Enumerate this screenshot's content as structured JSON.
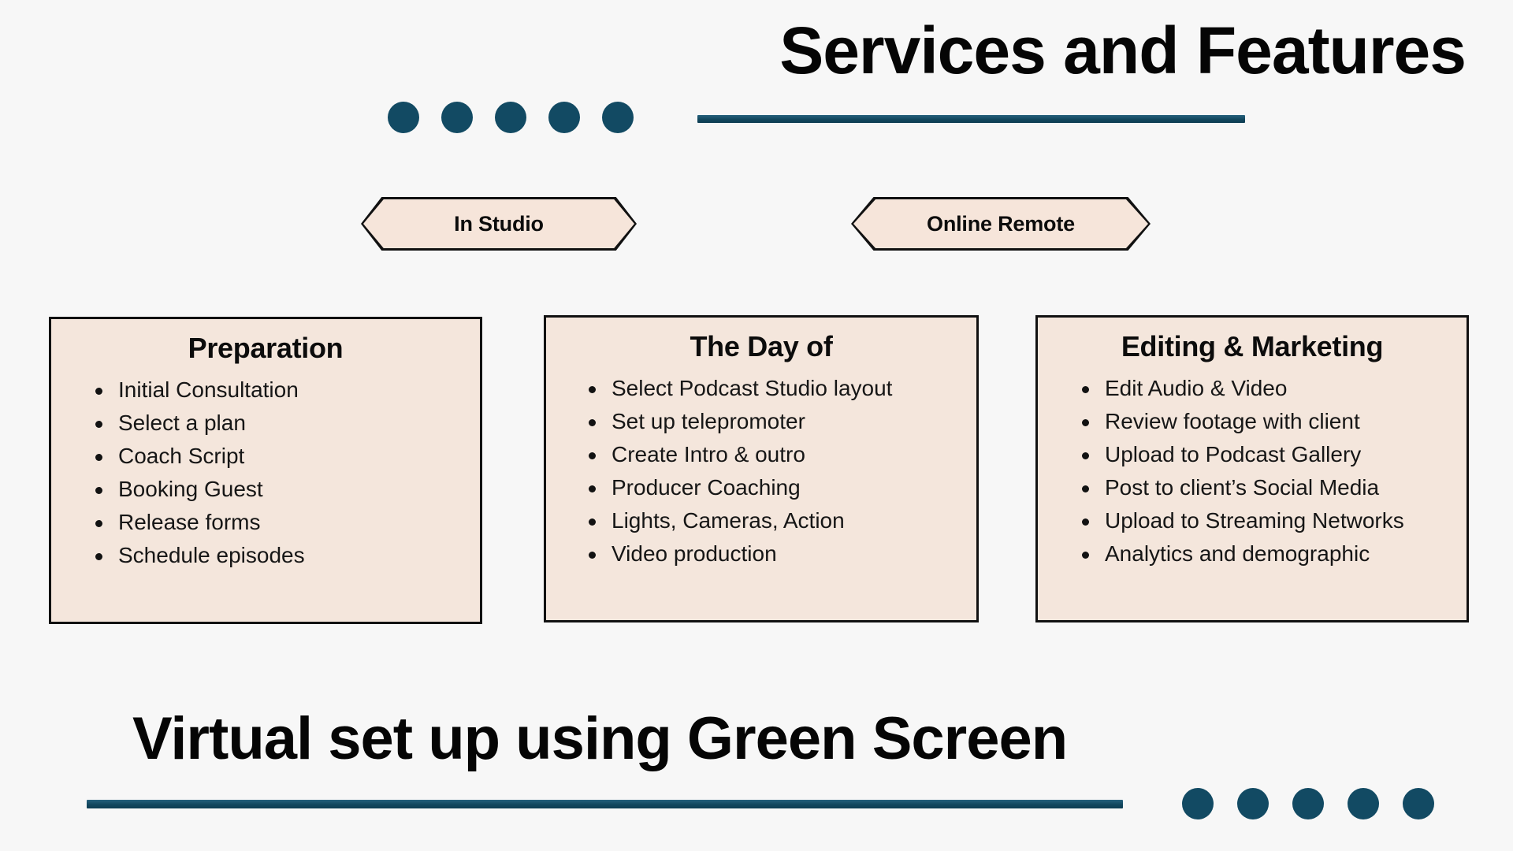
{
  "page": {
    "background_color": "#F7F7F7",
    "accent_color": "#124A63",
    "card_fill_color": "#F4E6DC",
    "ribbon_fill_color": "#F6E5DA",
    "text_color": "#111111"
  },
  "header": {
    "title": "Services and Features",
    "dot_count": 5,
    "dot_icon": "filled-circle-icon"
  },
  "footer": {
    "title": "Virtual set up using Green Screen",
    "dot_count": 5,
    "dot_icon": "filled-circle-icon"
  },
  "ribbons": [
    {
      "label": "In Studio"
    },
    {
      "label": "Online Remote"
    }
  ],
  "cards": [
    {
      "title": "Preparation",
      "items": [
        "Initial Consultation",
        "Select a plan",
        "Coach Script",
        "Booking Guest",
        "Release forms",
        "Schedule episodes"
      ]
    },
    {
      "title": "The Day of",
      "items": [
        "Select Podcast Studio layout",
        "Set up telepromoter",
        "Create Intro & outro",
        "Producer Coaching",
        "Lights, Cameras, Action",
        "Video production"
      ]
    },
    {
      "title": "Editing & Marketing",
      "items": [
        "Edit Audio & Video",
        "Review footage with client",
        "Upload to Podcast Gallery",
        "Post to client’s Social Media",
        "Upload to Streaming Networks",
        "Analytics and demographic"
      ]
    }
  ]
}
